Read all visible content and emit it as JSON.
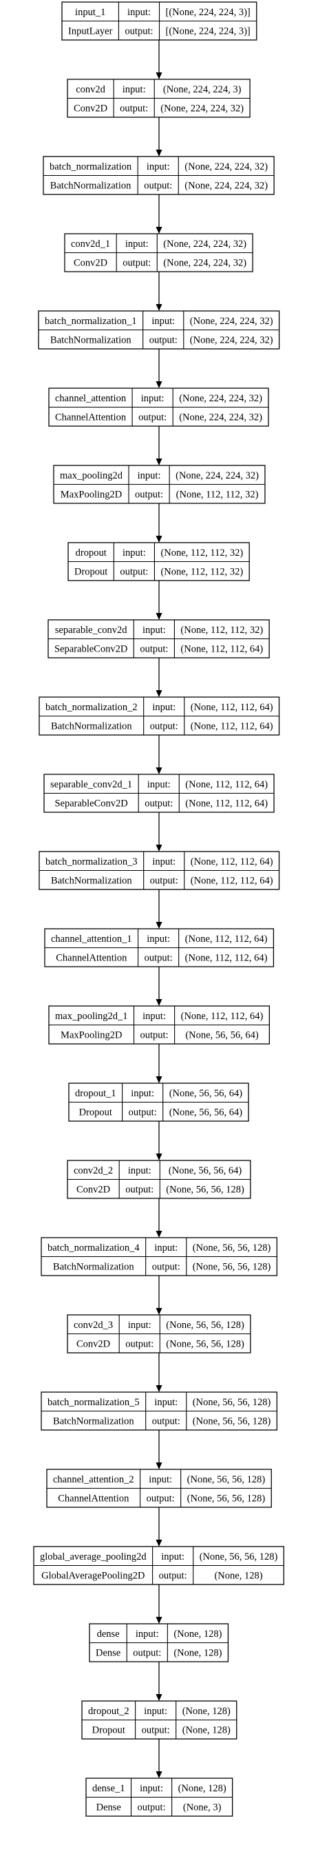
{
  "diagram": {
    "layers": [
      {
        "name": "input_1",
        "type": "InputLayer",
        "input": "[(None, 224, 224, 3)]",
        "output": "[(None, 224, 224, 3)]"
      },
      {
        "name": "conv2d",
        "type": "Conv2D",
        "input": "(None, 224, 224, 3)",
        "output": "(None, 224, 224, 32)"
      },
      {
        "name": "batch_normalization",
        "type": "BatchNormalization",
        "input": "(None, 224, 224, 32)",
        "output": "(None, 224, 224, 32)"
      },
      {
        "name": "conv2d_1",
        "type": "Conv2D",
        "input": "(None, 224, 224, 32)",
        "output": "(None, 224, 224, 32)"
      },
      {
        "name": "batch_normalization_1",
        "type": "BatchNormalization",
        "input": "(None, 224, 224, 32)",
        "output": "(None, 224, 224, 32)"
      },
      {
        "name": "channel_attention",
        "type": "ChannelAttention",
        "input": "(None, 224, 224, 32)",
        "output": "(None, 224, 224, 32)"
      },
      {
        "name": "max_pooling2d",
        "type": "MaxPooling2D",
        "input": "(None, 224, 224, 32)",
        "output": "(None, 112, 112, 32)"
      },
      {
        "name": "dropout",
        "type": "Dropout",
        "input": "(None, 112, 112, 32)",
        "output": "(None, 112, 112, 32)"
      },
      {
        "name": "separable_conv2d",
        "type": "SeparableConv2D",
        "input": "(None, 112, 112, 32)",
        "output": "(None, 112, 112, 64)"
      },
      {
        "name": "batch_normalization_2",
        "type": "BatchNormalization",
        "input": "(None, 112, 112, 64)",
        "output": "(None, 112, 112, 64)"
      },
      {
        "name": "separable_conv2d_1",
        "type": "SeparableConv2D",
        "input": "(None, 112, 112, 64)",
        "output": "(None, 112, 112, 64)"
      },
      {
        "name": "batch_normalization_3",
        "type": "BatchNormalization",
        "input": "(None, 112, 112, 64)",
        "output": "(None, 112, 112, 64)"
      },
      {
        "name": "channel_attention_1",
        "type": "ChannelAttention",
        "input": "(None, 112, 112, 64)",
        "output": "(None, 112, 112, 64)"
      },
      {
        "name": "max_pooling2d_1",
        "type": "MaxPooling2D",
        "input": "(None, 112, 112, 64)",
        "output": "(None, 56, 56, 64)"
      },
      {
        "name": "dropout_1",
        "type": "Dropout",
        "input": "(None, 56, 56, 64)",
        "output": "(None, 56, 56, 64)"
      },
      {
        "name": "conv2d_2",
        "type": "Conv2D",
        "input": "(None, 56, 56, 64)",
        "output": "(None, 56, 56, 128)"
      },
      {
        "name": "batch_normalization_4",
        "type": "BatchNormalization",
        "input": "(None, 56, 56, 128)",
        "output": "(None, 56, 56, 128)"
      },
      {
        "name": "conv2d_3",
        "type": "Conv2D",
        "input": "(None, 56, 56, 128)",
        "output": "(None, 56, 56, 128)"
      },
      {
        "name": "batch_normalization_5",
        "type": "BatchNormalization",
        "input": "(None, 56, 56, 128)",
        "output": "(None, 56, 56, 128)"
      },
      {
        "name": "channel_attention_2",
        "type": "ChannelAttention",
        "input": "(None, 56, 56, 128)",
        "output": "(None, 56, 56, 128)"
      },
      {
        "name": "global_average_pooling2d",
        "type": "GlobalAveragePooling2D",
        "input": "(None, 56, 56, 128)",
        "output": "(None, 128)"
      },
      {
        "name": "dense",
        "type": "Dense",
        "input": "(None, 128)",
        "output": "(None, 128)"
      },
      {
        "name": "dropout_2",
        "type": "Dropout",
        "input": "(None, 128)",
        "output": "(None, 128)"
      },
      {
        "name": "dense_1",
        "type": "Dense",
        "input": "(None, 128)",
        "output": "(None, 3)"
      }
    ],
    "input_label": "input:",
    "output_label": "output:",
    "line_color": "#000000",
    "background_color": "#ffffff"
  }
}
